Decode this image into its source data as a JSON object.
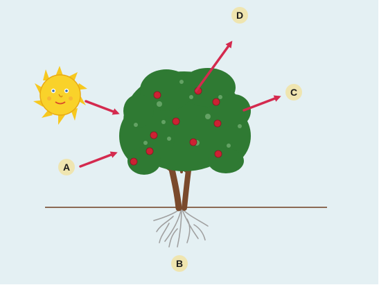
{
  "labels": {
    "a": "A",
    "b": "B",
    "c": "C",
    "d": "D"
  },
  "colors": {
    "background": "#e4f0f3",
    "arrow": "#d42a4e",
    "label_fill": "#efe5b0",
    "label_text": "#1a1a1a",
    "ground_line": "#8b6a55",
    "foliage": "#2f7a33",
    "trunk": "#7a4a2c",
    "roots": "#a8a8a8",
    "apple": "#cc2233",
    "sun": "#f7c81e"
  },
  "icons": {
    "sun": "sun-icon",
    "tree": "apple-tree-icon"
  }
}
